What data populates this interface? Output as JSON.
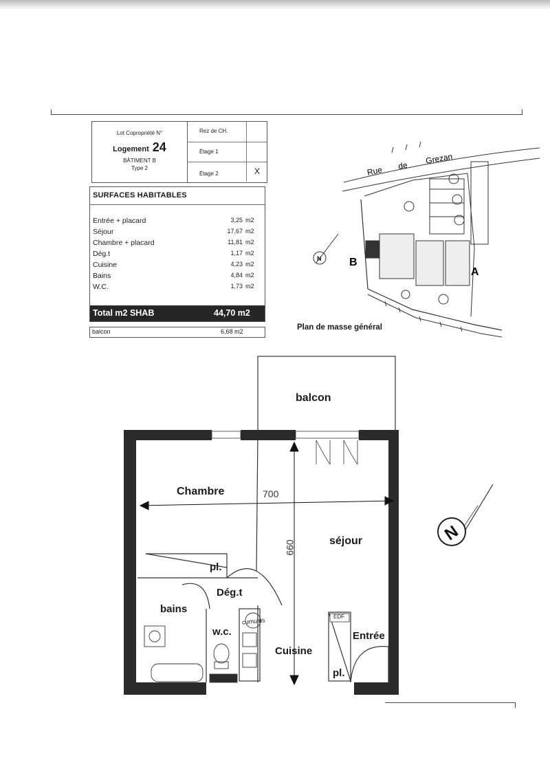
{
  "lot": {
    "copro_label": "Lot Copropriété N°",
    "logement_label": "Logement",
    "logement_number": "24",
    "batiment": "BÂTIMENT B",
    "type": "Type 2",
    "floors": [
      {
        "label": "Rez de CH.",
        "mark": ""
      },
      {
        "label": "Étage 1",
        "mark": ""
      },
      {
        "label": "Étage 2",
        "mark": "X"
      }
    ]
  },
  "surfaces": {
    "title": "SURFACES HABITABLES",
    "rows": [
      {
        "name": "Entrée + placard",
        "value": "3,25",
        "unit": "m2"
      },
      {
        "name": "Séjour",
        "value": "17,67",
        "unit": "m2"
      },
      {
        "name": "Chambre + placard",
        "value": "11,81",
        "unit": "m2"
      },
      {
        "name": "Dég.t",
        "value": "1,17",
        "unit": "m2"
      },
      {
        "name": "Cuisine",
        "value": "4,23",
        "unit": "m2"
      },
      {
        "name": "Bains",
        "value": "4,84",
        "unit": "m2"
      },
      {
        "name": "W.C.",
        "value": "1,73",
        "unit": "m2"
      }
    ],
    "total_label": "Total m2 SHAB",
    "total_value": "44,70 m2",
    "balcon_label": "balcon",
    "balcon_value": "6,68",
    "balcon_unit": "m2"
  },
  "site_plan": {
    "street_words": [
      "Rue",
      "de",
      "Grezan"
    ],
    "building_b": "B",
    "building_a": "A",
    "caption": "Plan de masse général",
    "north": "N"
  },
  "floor_plan": {
    "rooms": {
      "balcon": "balcon",
      "chambre": "Chambre",
      "sejour": "séjour",
      "placard_chambre": "pl.",
      "degagement": "Dég.t",
      "bains": "bains",
      "wc": "w.c.",
      "cumulus": "cumulus",
      "cuisine": "Cuisine",
      "entree": "Entrée",
      "placard_entree": "pl.",
      "edf": "EDF"
    },
    "dimensions": {
      "width": "700",
      "depth": "660"
    },
    "north": "N"
  },
  "colors": {
    "wall": "#2b2b2b",
    "ink": "#1a1a1a",
    "total_bar": "#262626"
  }
}
